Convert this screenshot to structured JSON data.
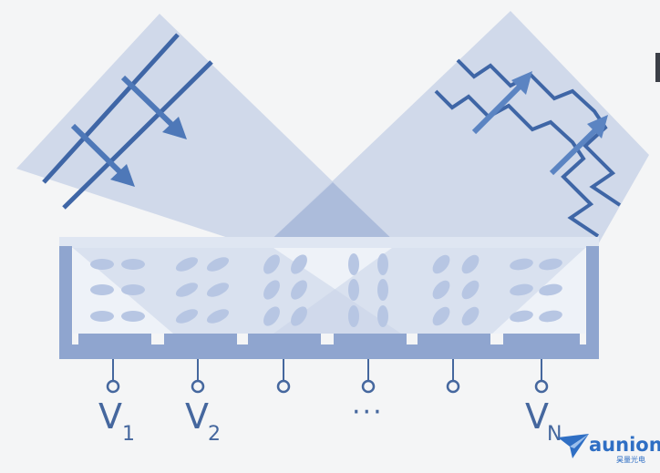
{
  "voltage_labels": [
    {
      "base": "V",
      "sub": "1"
    },
    {
      "base": "V",
      "sub": "2"
    },
    {
      "base": "V",
      "sub": "N"
    }
  ],
  "ellipsis": "···",
  "brand": {
    "name": "aunion",
    "subtitle": "昊量光电"
  },
  "colors": {
    "beam": "#c9d3e8",
    "stroke": "#3f66a6",
    "arrow": "#4e78b8",
    "cell": "#8fa5cf",
    "crystal": "#b7c6e3",
    "brand": "#2f6fc4"
  }
}
